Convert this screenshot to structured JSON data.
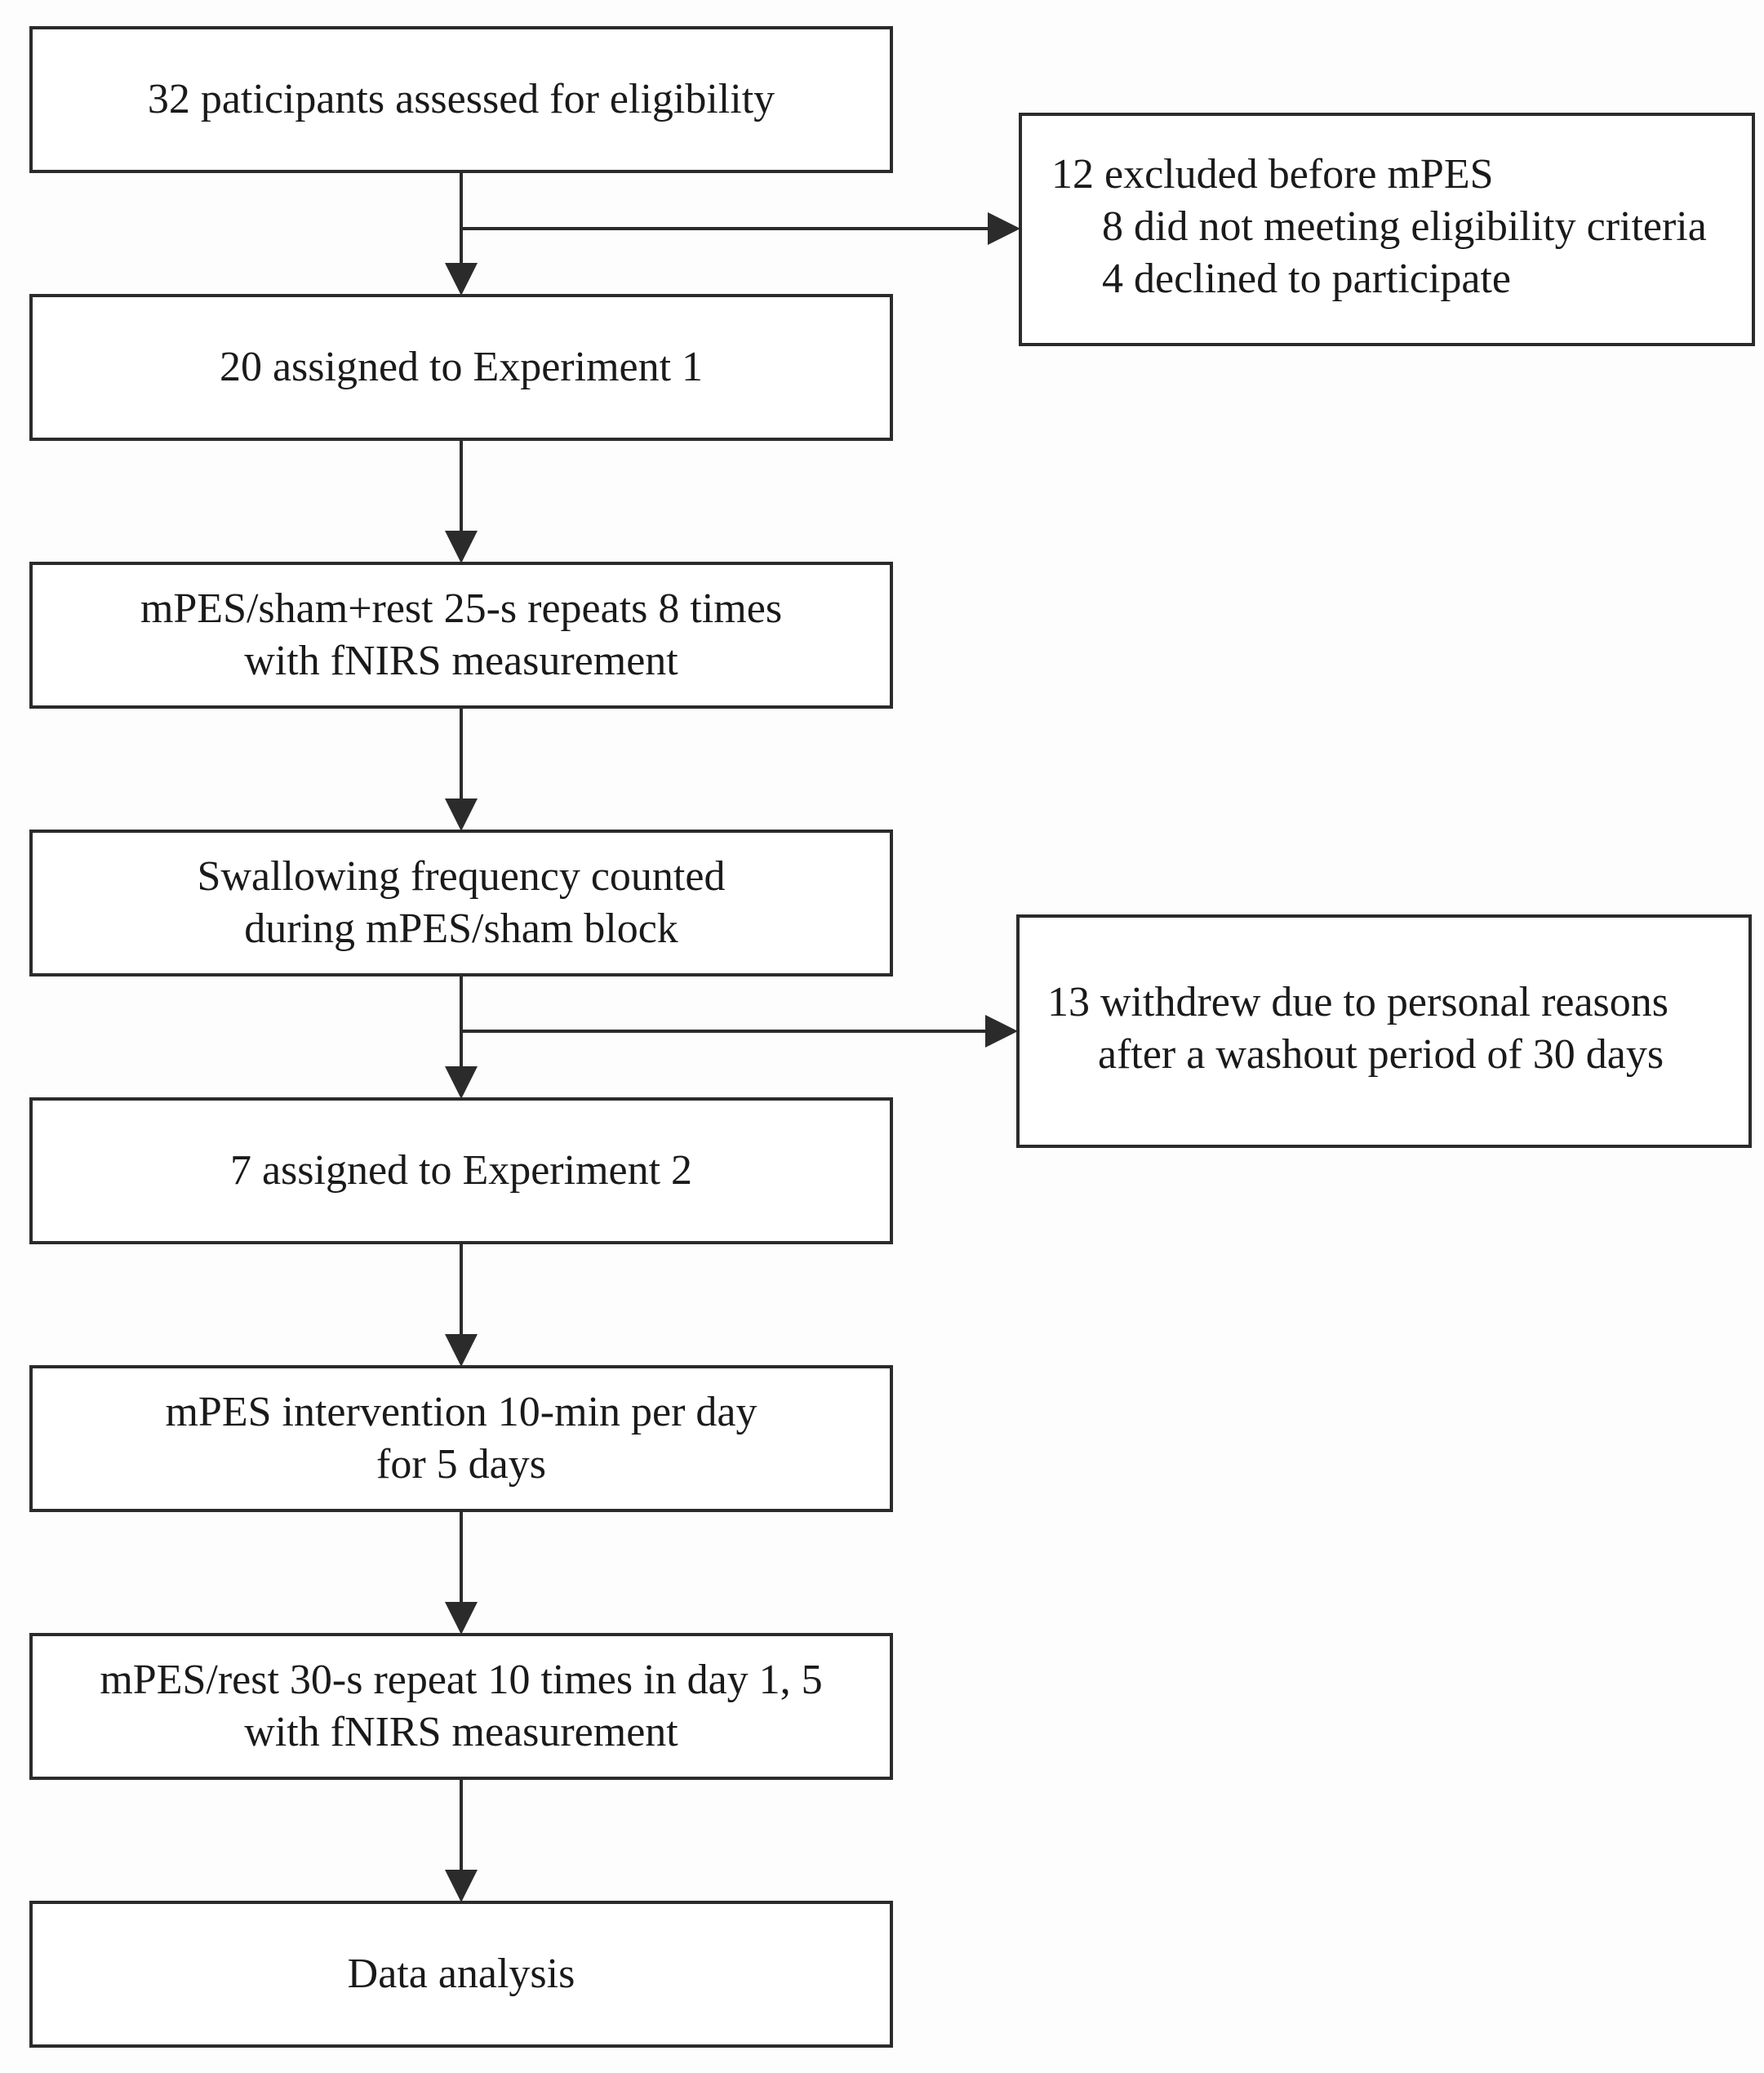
{
  "main_steps": [
    {
      "id": "assessed",
      "lines": [
        "32 paticipants assessed for eligibility"
      ]
    },
    {
      "id": "experiment1",
      "lines": [
        "20 assigned to Experiment 1"
      ]
    },
    {
      "id": "exp1-protocol",
      "lines": [
        "mPES/sham+rest 25-s repeats 8 times",
        "with fNIRS measurement"
      ]
    },
    {
      "id": "swallowing",
      "lines": [
        "Swallowing frequency counted",
        "during mPES/sham block"
      ]
    },
    {
      "id": "experiment2",
      "lines": [
        "7 assigned to Experiment 2"
      ]
    },
    {
      "id": "intervention",
      "lines": [
        "mPES intervention 10-min per day",
        "for 5 days"
      ]
    },
    {
      "id": "exp2-protocol",
      "lines": [
        "mPES/rest 30-s repeat 10 times in day 1, 5",
        "with fNIRS measurement"
      ]
    },
    {
      "id": "analysis",
      "lines": [
        "Data analysis"
      ]
    }
  ],
  "side_boxes": {
    "excluded": {
      "heading": "12 excluded before mPES",
      "items": [
        "8 did not meeting eligibility criteria",
        "4 declined to participate"
      ]
    },
    "withdrew": {
      "lines": [
        "13 withdrew due to personal reasons",
        "after a washout period of 30 days"
      ]
    }
  }
}
